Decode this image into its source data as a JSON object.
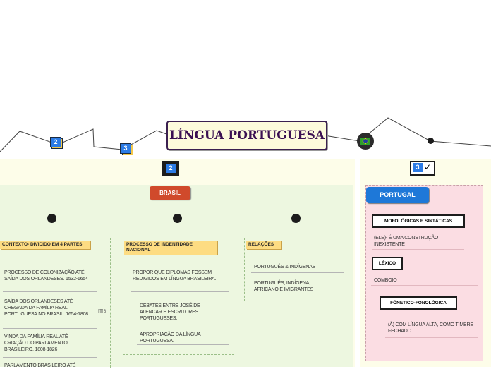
{
  "title": "LÍNGUA PORTUGUESA",
  "markers": {
    "left_sticky": "2",
    "mid_sticky": "3",
    "panel1": "2",
    "panel2": "3",
    "panel2_check": "✓",
    "attach_count": "3"
  },
  "brasil": {
    "label": "BRASIL",
    "columns": [
      {
        "header": "CONTEXTO- DIVIDIDO EM 4 PARTES",
        "items": [
          "PROCESSO DE COLONIZAÇÃO ATÉ SAÍDA DOS ORLANDESES. 1532-1654",
          "SAÍDA DOS ORLANDESES ATÉ CHEGADA DA FAMÍLIA REAL PORTUGUESA NO BRASIL. 1654-1808",
          "VINDA DA FAMÍLIA REAL ATÉ CRIAÇÃO DO PARLAMENTO BRASILEIRO. 1808-1826",
          "PARLAMENTO BRASILEIRO ATÉ"
        ]
      },
      {
        "header": "PROCESSO DE INDENTIDADE NACIONAL",
        "items": [
          "PROPOR QUE DIPLOMAS FOSSEM REDIGIDOS EM LÍNGUA BRASILEIRA.",
          "DEBATES ENTRE JOSÉ DE ALENCAR E ESCRITORES PORTUGUESES.",
          "APROPRIAÇÃO DA LÍNGUA PORTUGUESA."
        ]
      },
      {
        "header": "RELAÇÕES",
        "items": [
          "PORTUGUÊS & INDÍGENAS",
          "PORTUGUÊS, INDÍGENA, AFRICANO E IMIGRANTES"
        ]
      }
    ]
  },
  "portugal": {
    "label": "PORTUGAL",
    "box1": "MOFOLÓGICAS E SINTÁTICAS",
    "text1": "(ELE)- É UMA CONSTRUÇÃO INEXISTENTE",
    "box2": "LÉXICO",
    "text2": "COMBOIO",
    "box3": "FÓNETICO-FONOLÓGICA",
    "text3": "(À) COM LÍNGUA ALTA, COMO TIMBRE FECHADO"
  },
  "colors": {
    "title_border": "#3b2050",
    "brasil": "#d04a2b",
    "portugal": "#1e78d8",
    "header": "#fddc82",
    "panel_green": "#edf7e0",
    "panel_pink": "#fbdde3"
  }
}
